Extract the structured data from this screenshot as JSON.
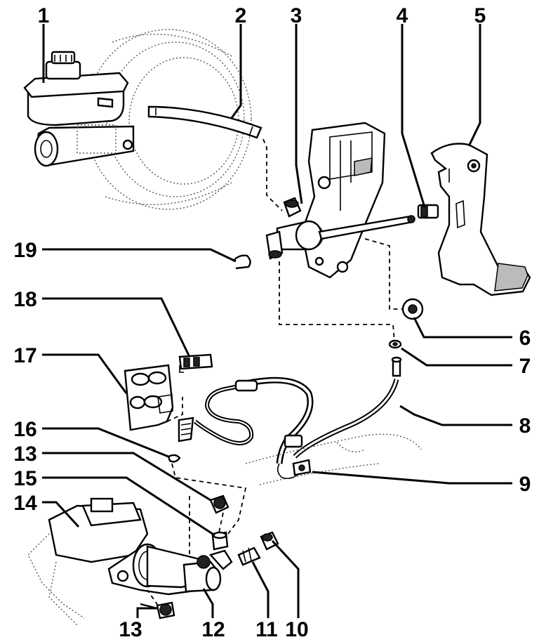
{
  "callouts": [
    {
      "id": "c1",
      "label": "1"
    },
    {
      "id": "c2",
      "label": "2"
    },
    {
      "id": "c3",
      "label": "3"
    },
    {
      "id": "c4",
      "label": "4"
    },
    {
      "id": "c5",
      "label": "5"
    },
    {
      "id": "c6",
      "label": "6"
    },
    {
      "id": "c7",
      "label": "7"
    },
    {
      "id": "c8",
      "label": "8"
    },
    {
      "id": "c9",
      "label": "9"
    },
    {
      "id": "c10",
      "label": "10"
    },
    {
      "id": "c11",
      "label": "11"
    },
    {
      "id": "c12",
      "label": "12"
    },
    {
      "id": "c13a",
      "label": "13"
    },
    {
      "id": "c13b",
      "label": "13"
    },
    {
      "id": "c14",
      "label": "14"
    },
    {
      "id": "c15",
      "label": "15"
    },
    {
      "id": "c16",
      "label": "16"
    },
    {
      "id": "c17",
      "label": "17"
    },
    {
      "id": "c18",
      "label": "18"
    },
    {
      "id": "c19",
      "label": "19"
    }
  ]
}
